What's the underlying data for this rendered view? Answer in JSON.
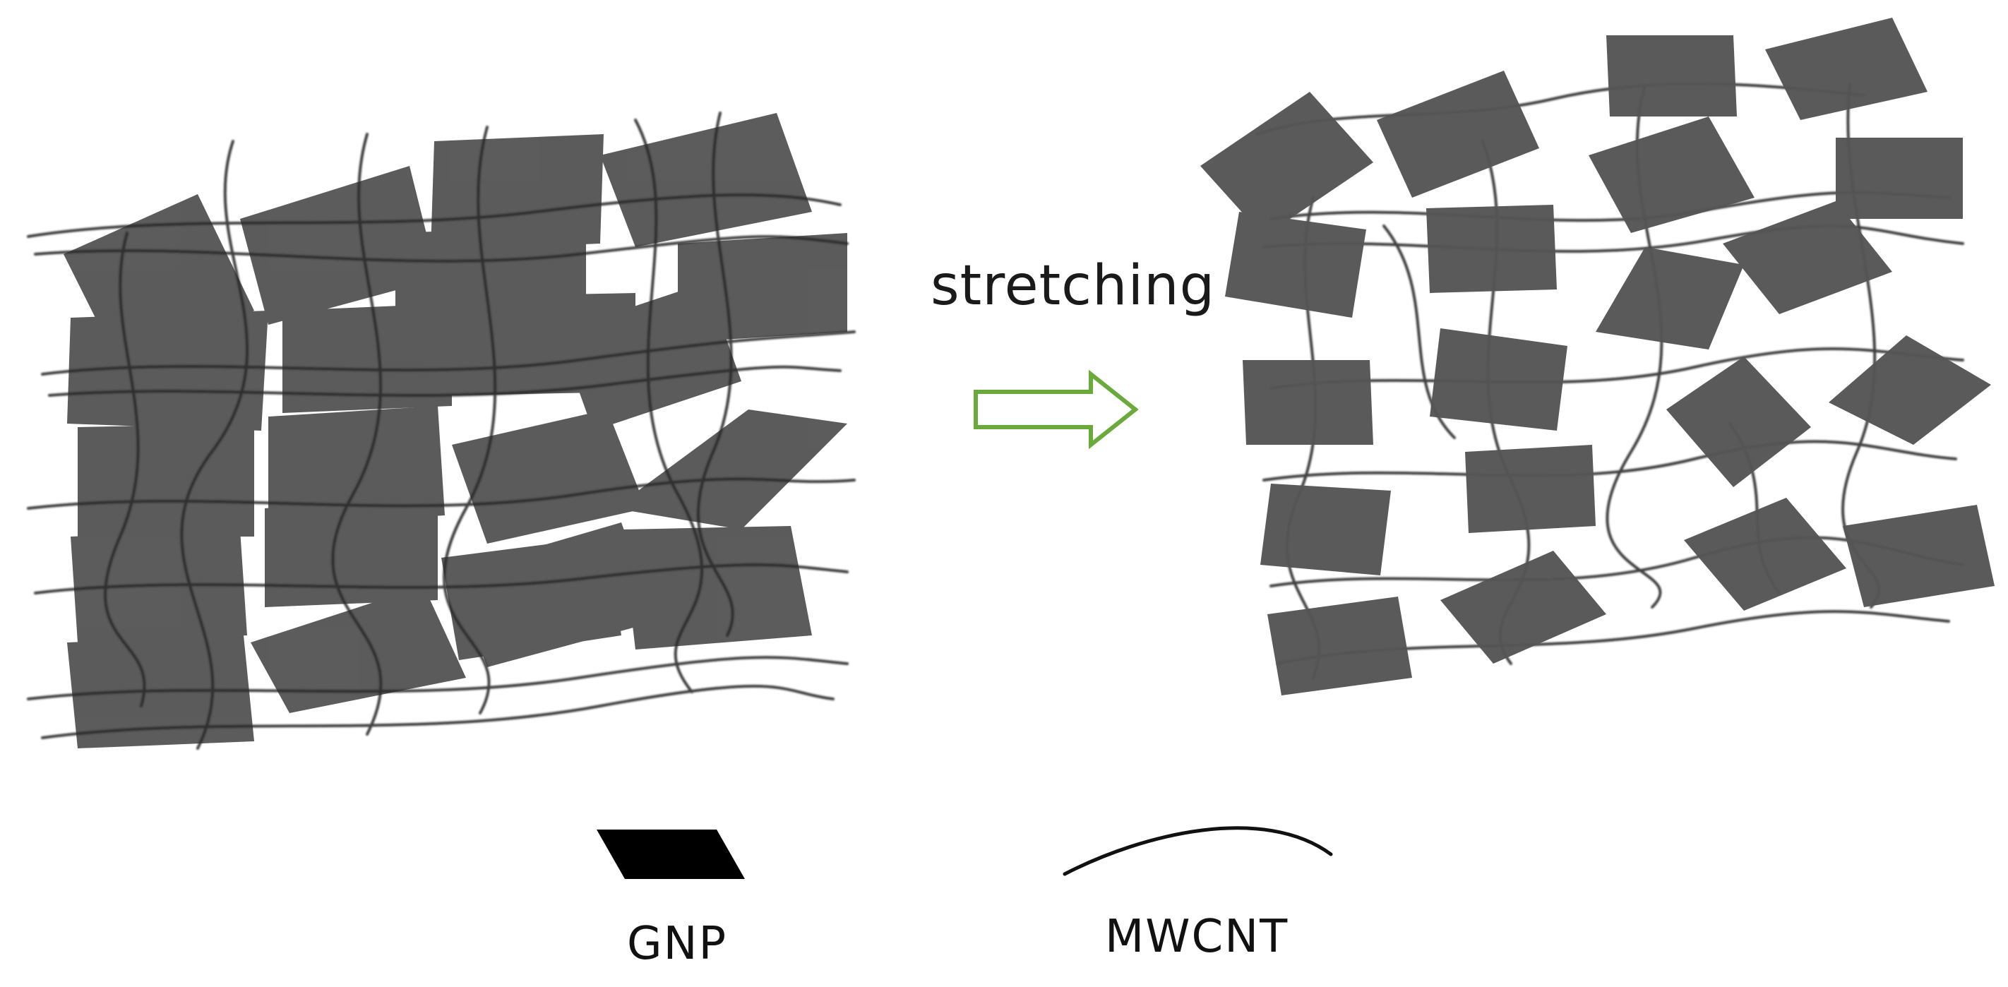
{
  "process": {
    "arrow_label": "stretching",
    "arrow_color": "#6aaa3a"
  },
  "legend": {
    "gnp_label": "GNP",
    "mwcnt_label": "MWCNT"
  },
  "colors": {
    "platelet_fill": "#555555",
    "legend_platelet_fill": "#000000",
    "tube_stroke": "#2a2a2a",
    "background": "#ffffff"
  }
}
